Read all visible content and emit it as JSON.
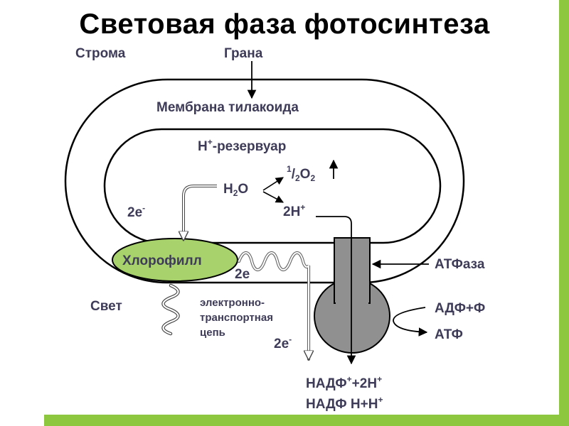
{
  "title": "Световая фаза фотосинтеза",
  "colors": {
    "frame": "#8dc63f",
    "label": "#3d3b57",
    "outline": "#000000",
    "chlorophyll_fill": "#a8d26b",
    "atp_synthase_fill": "#909090",
    "wavy_line": "#a6a6a6"
  },
  "labels": {
    "stroma": "Строма",
    "grana": "Грана",
    "thylakoid_membrane": "Мембрана тилакоида",
    "h_reservoir_base": "H",
    "h_reservoir_sup": "+",
    "h_reservoir_rest": "-резервуар",
    "water_main": "H",
    "water_sub": "2",
    "water_end": "O",
    "oxygen_sup": "1",
    "oxygen_slash": "/",
    "oxygen_sub1": "2",
    "oxygen_o": "O",
    "oxygen_sub2": "2",
    "protons_main": "2H",
    "protons_sup": "+",
    "electrons_in_main": "2e",
    "electrons_in_sup": "-",
    "chlorophyll": "Хлорофилл",
    "electrons_chl": "2e",
    "atp_synthase": "АТФаза",
    "light": "Свет",
    "etc_line1": "электронно-",
    "etc_line2": "транспортная",
    "etc_line3": "цепь",
    "electrons_out_main": "2e",
    "electrons_out_sup": "-",
    "adp": "АДФ+Ф",
    "atp": "АТФ",
    "nadp_line1_a": "НАДФ",
    "nadp_line1_sup": "+",
    "nadp_line1_b": "+2H",
    "nadp_line1_sup2": "+",
    "nadp_line2_a": "НАДФ H+H",
    "nadp_line2_sup": "+"
  }
}
